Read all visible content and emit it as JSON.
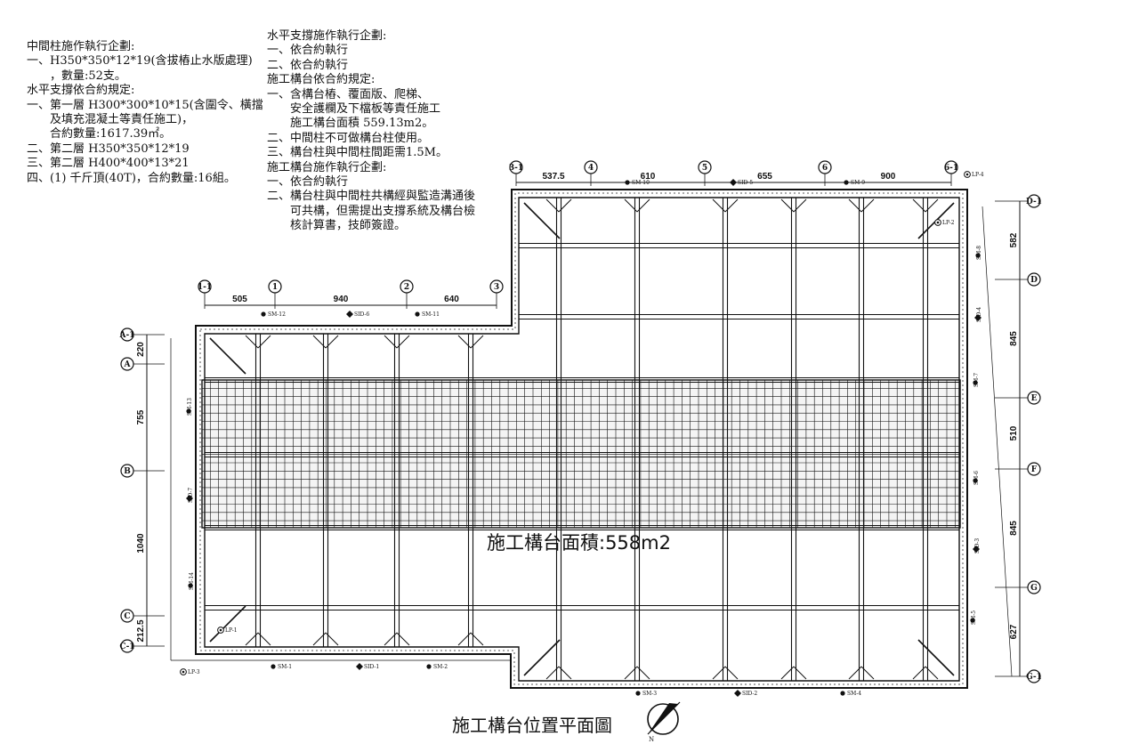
{
  "notes_left": [
    "中間柱施作執行企劃:",
    "一、H350*350*12*19(含拔樁止水版處理)",
    "　　，數量:52支。",
    "水平支撐依合約規定:",
    "一、第一層 H300*300*10*15(含圍令、橫擋",
    "　　及填充混凝土等責任施工)，",
    "　　合約數量:1617.39㎡。",
    "二、第二層 H350*350*12*19",
    "三、第二層 H400*400*13*21",
    "四、(1) 千斤頂(40T)，合約數量:16組。"
  ],
  "notes_mid": [
    "水平支撐施作執行企劃:",
    "一、依合約執行",
    "二、依合約執行",
    "施工構台依合約規定:",
    "一、含構台樁、覆面版、爬梯、",
    "　　安全護欄及下檔板等責任施工",
    "　　施工構台面積 559.13m2。",
    "二、中間柱不可做構台柱使用。",
    "三、構台柱與中間柱間距需1.5M。",
    "施工構台施作執行企劃:",
    "一、依合約執行",
    "二、構台柱與中間柱共構經與監造溝通後",
    "　　可共構，但需提出支撐系統及構台檢",
    "　　核計算書，技師簽證。"
  ],
  "grid_top_right": {
    "labels": [
      "3-1",
      "4",
      "5",
      "6",
      "6-1"
    ],
    "dims": [
      "537.5",
      "610",
      "655",
      "900"
    ]
  },
  "grid_top_left": {
    "labels": [
      "1-1",
      "1",
      "2",
      "3"
    ],
    "dims": [
      "505",
      "940",
      "640"
    ]
  },
  "grid_right": {
    "labels": [
      "D-1",
      "D",
      "E",
      "F",
      "G",
      "G-1"
    ],
    "dims": [
      "582",
      "845",
      "510",
      "845",
      "627"
    ]
  },
  "grid_left": {
    "labels": [
      "A-1",
      "A",
      "B",
      "C",
      "C-1"
    ],
    "dims": [
      "220",
      "755",
      "1040",
      "212.5"
    ]
  },
  "markers": {
    "SM-10": "SM-10",
    "SID-5": "SID-5",
    "SM-9": "SM-9",
    "LP-4": "LP-4",
    "LP-2": "LP-2",
    "SM-8": "SM-8",
    "SID-4": "SID-4",
    "SM-7": "SM-7",
    "SM-6": "SM-6",
    "SID-3": "SID-3",
    "SM-5": "SM-5",
    "SM-12": "SM-12",
    "SID-6": "SID-6",
    "SM-11": "SM-11",
    "SM-13": "SM-13",
    "SID-7": "SID-7",
    "SM-14": "SM-14",
    "LP-1": "LP-1",
    "LP-3": "LP-3",
    "SM-1": "SM-1",
    "SID-1": "SID-1",
    "SM-2": "SM-2",
    "SM-3": "SM-3",
    "SID-2": "SID-2",
    "SM-4": "SM-4"
  },
  "area_label": "施工構台面積:558m2",
  "title": "施工構台位置平面圖",
  "north_label": "N"
}
